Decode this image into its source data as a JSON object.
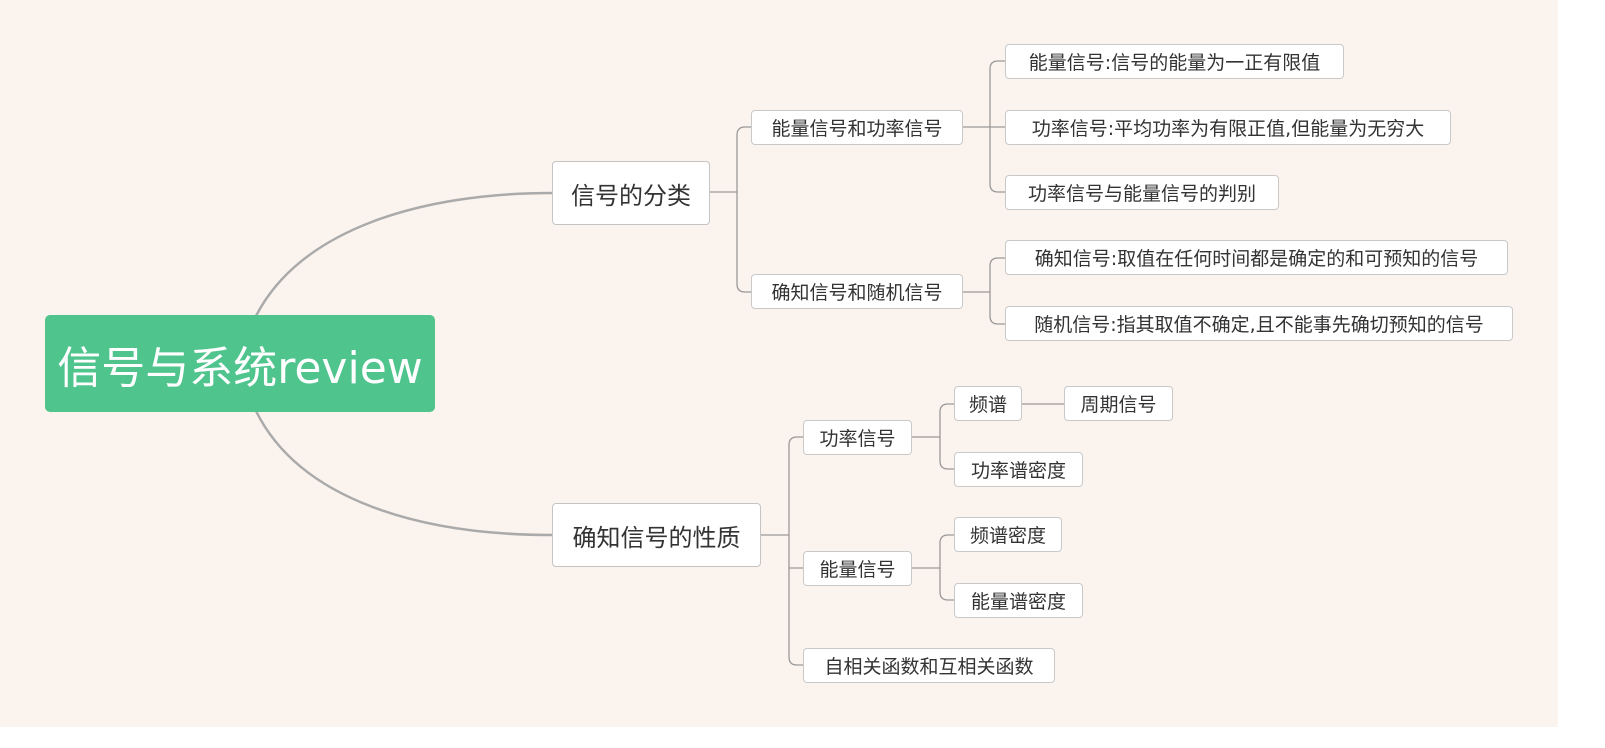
{
  "root": {
    "label": "信号与系统review"
  },
  "branches": [
    {
      "label": "信号的分类",
      "children": [
        {
          "label": "能量信号和功率信号",
          "children": [
            {
              "label": "能量信号:信号的能量为一正有限值"
            },
            {
              "label": "功率信号:平均功率为有限正值,但能量为无穷大"
            },
            {
              "label": "功率信号与能量信号的判别"
            }
          ]
        },
        {
          "label": "确知信号和随机信号",
          "children": [
            {
              "label": "确知信号:取值在任何时间都是确定的和可预知的信号"
            },
            {
              "label": "随机信号:指其取值不确定,且不能事先确切预知的信号"
            }
          ]
        }
      ]
    },
    {
      "label": "确知信号的性质",
      "children": [
        {
          "label": "功率信号",
          "children": [
            {
              "label": "频谱",
              "children": [
                {
                  "label": "周期信号"
                }
              ]
            },
            {
              "label": "功率谱密度"
            }
          ]
        },
        {
          "label": "能量信号",
          "children": [
            {
              "label": "频谱密度"
            },
            {
              "label": "能量谱密度"
            }
          ]
        },
        {
          "label": "自相关函数和互相关函数"
        }
      ]
    }
  ],
  "colors": {
    "canvas_background": "#fbf4ee",
    "root_fill": "#50c48d",
    "root_text": "#ffffff",
    "node_fill": "#ffffff",
    "node_border": "#c9c9c9",
    "node_text": "#333333",
    "main_curve": "#aaaaaa",
    "branch_line": "#999999"
  }
}
